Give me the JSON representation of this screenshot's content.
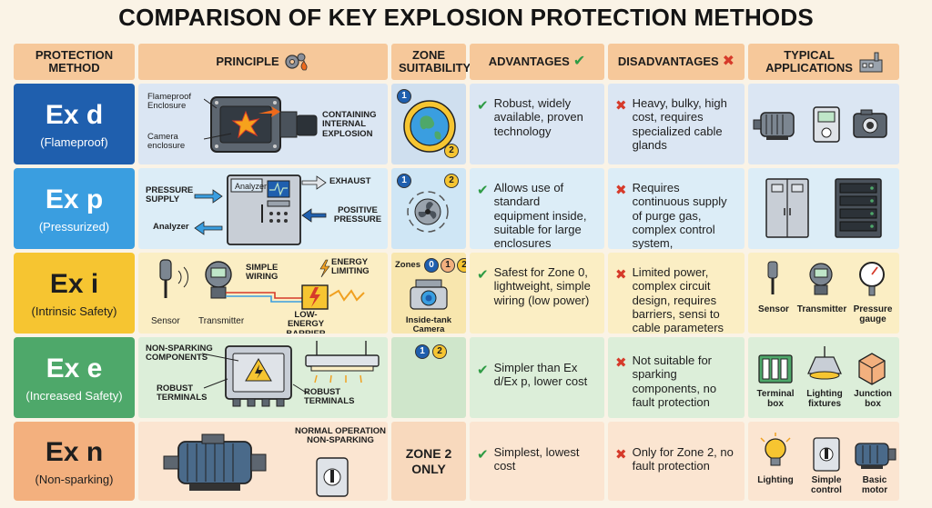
{
  "title": "COMPARISON OF KEY EXPLOSION PROTECTION METHODS",
  "headers": {
    "method": "PROTECTION METHOD",
    "principle": "PRINCIPLE",
    "zone": "ZONE SUITABILITY",
    "advantages": "ADVANTAGES",
    "disadvantages": "DISADVANTAGES",
    "applications": "TYPICAL APPLICATIONS"
  },
  "icons": {
    "principle": "gear-flame-icon",
    "advantages": "check-icon",
    "disadvantages": "cross-icon",
    "applications": "factory-icon"
  },
  "colors": {
    "ex_d": "#1f5fae",
    "ex_p": "#3a9ee0",
    "ex_i": "#f6c531",
    "ex_e": "#4ea86a",
    "ex_n": "#f3b07e",
    "tick": "#2e9b44",
    "cross": "#d63a2a"
  },
  "rows": [
    {
      "code": "Ex d",
      "name": "(Flameproof)",
      "principle_labels": [
        "Flameproof Enclosure",
        "Camera enclosure",
        "CONTAINING INTERNAL EXPLOSION"
      ],
      "zones": [
        "1",
        "2"
      ],
      "advantages": "Robust, widely available, proven technology",
      "disadvantages": "Heavy, bulky, high cost, requires specialized cable glands",
      "applications": []
    },
    {
      "code": "Ex p",
      "name": "(Pressurized)",
      "principle_labels": [
        "PRESSURE SUPPLY",
        "Analyzer",
        "EXHAUST",
        "POSITIVE PRESSURE",
        "Analyzer"
      ],
      "zones": [
        "1",
        "2"
      ],
      "advantages": "Allows use of standard equipment inside, suitable for large enclosures",
      "disadvantages": "Requires continuous supply of purge gas, complex control system, maintenance",
      "applications": []
    },
    {
      "code": "Ex i",
      "name": "(Intrinsic Safety)",
      "principle_labels": [
        "Sensor",
        "Transmitter",
        "SIMPLE WIRING",
        "ENERGY LIMITING",
        "LOW-ENERGY BARRIER"
      ],
      "zones_label": "Zones",
      "zones": [
        "0",
        "1",
        "2"
      ],
      "zone_caption": "Inside-tank Camera",
      "advantages": "Safest for Zone 0, lightweight, simple wiring (low power)",
      "disadvantages": "Limited power, complex circuit design, requires barriers, sensi to cable parameters",
      "applications": [
        "Sensor",
        "Transmitter",
        "Pressure gauge"
      ]
    },
    {
      "code": "Ex e",
      "name": "(Increased Safety)",
      "principle_labels": [
        "NON-SPARKING COMPONENTS",
        "ROBUST TERMINALS",
        "ROBUST TERMINALS"
      ],
      "zones": [
        "1",
        "2"
      ],
      "advantages": "Simpler than Ex d/Ex p, lower cost",
      "disadvantages": "Not suitable for sparking components, no fault protection",
      "applications": [
        "Terminal box",
        "Lighting fixtures",
        "Junction box"
      ]
    },
    {
      "code": "Ex n",
      "name": "(Non-sparking)",
      "principle_labels": [
        "NORMAL OPERATION NON-SPARKING"
      ],
      "zone_text": "ZONE 2 ONLY",
      "advantages": "Simplest, lowest cost",
      "disadvantages": "Only for Zone 2, no fault protection",
      "applications": [
        "Lighting",
        "Simple control",
        "Basic motor"
      ]
    }
  ]
}
